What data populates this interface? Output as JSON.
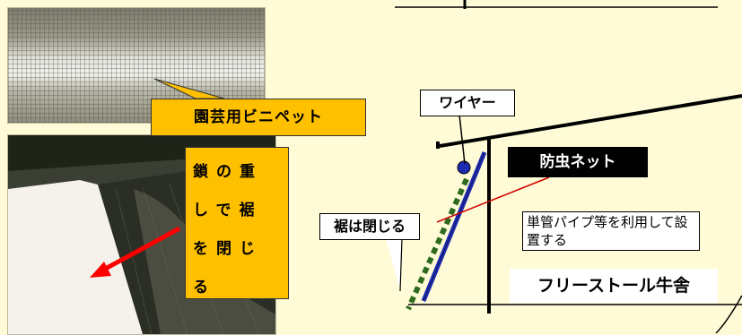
{
  "photos": {
    "top_icon": "garden-net-photo",
    "bottom_icon": "barn-curtain-photo"
  },
  "labels": {
    "binipet": "園芸用ビニペット",
    "chain": "鎖の重しで裾を閉じる",
    "wire": "ワイヤー",
    "insect_net": "防虫ネット",
    "hem_closed": "裾は閉じる",
    "pipe": "単管パイプ等を利用して設置する",
    "barn": "フリーストール牛舎"
  },
  "colors": {
    "background": "#fefbd6",
    "callout": "#ffc000",
    "net_line": "#1f2bb0",
    "hem_dash": "#2e6b1f",
    "arrow": "#ff0000"
  }
}
